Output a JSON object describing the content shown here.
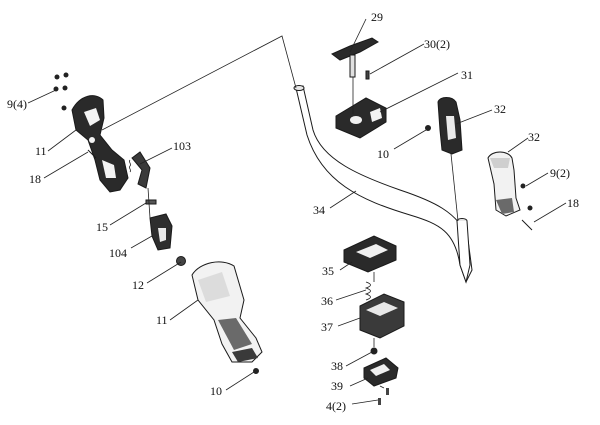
{
  "callouts": {
    "c9a": "9(4)",
    "c11a": "11",
    "c18a": "18",
    "c103": "103",
    "c15": "15",
    "c104": "104",
    "c12": "12",
    "c11b": "11",
    "c10a": "10",
    "c29": "29",
    "c30": "30(2)",
    "c31": "31",
    "c10b": "10",
    "c32a": "32",
    "c32b": "32",
    "c9b": "9(2)",
    "c18b": "18",
    "c34": "34",
    "c35": "35",
    "c36": "36",
    "c37": "37",
    "c38": "38",
    "c39": "39",
    "c4": "4(2)"
  }
}
